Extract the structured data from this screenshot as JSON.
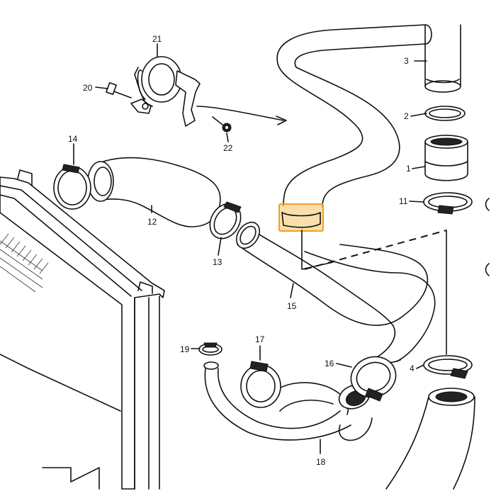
{
  "colors": {
    "ink": "#111111",
    "background": "#ffffff",
    "highlight_fill": "#f6c56a",
    "highlight_stroke": "#f0a020"
  },
  "callouts": {
    "c1": "1",
    "c2": "2",
    "c3": "3",
    "c4": "4",
    "c11": "11",
    "c12": "12",
    "c13": "13",
    "c14": "14",
    "c15": "15",
    "c16": "16",
    "c17": "17",
    "c18": "18",
    "c19": "19",
    "c20": "20",
    "c21": "21",
    "c22": "22"
  },
  "highlighted_part": "15"
}
